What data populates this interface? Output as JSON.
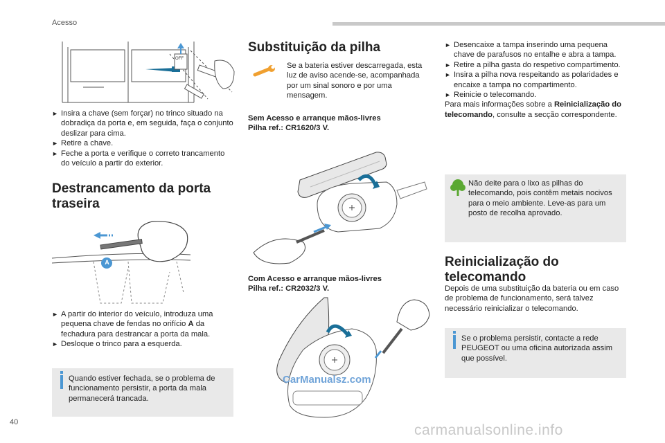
{
  "header": {
    "section": "Acesso"
  },
  "footer": {
    "page_number": "40",
    "watermark": "carmanualsonline.info"
  },
  "watermark_mid": "CarManualsz.com",
  "left": {
    "figure_label": "OFF",
    "steps1": [
      "Insira a chave (sem forçar) no trinco situado na dobradiça da porta e, em seguida, faça o conjunto deslizar para cima.",
      "Retire a chave.",
      "Feche a porta e verifique o correto trancamento do veículo a partir do exterior."
    ],
    "title": "Destrancamento da porta traseira",
    "marker": "A",
    "step_a_pre": "A partir do interior do veículo, introduza uma pequena chave de fendas no orifício ",
    "step_a_bold": "A",
    "step_a_post": " da fechadura para destrancar a porta da mala.",
    "step_b": "Desloque o trinco para a esquerda.",
    "note": "Quando estiver fechada, se o problema de funcionamento persistir, a porta da mala permanecerá trancada."
  },
  "middle": {
    "title": "Substituição da pilha",
    "warning_text": "Se a bateria estiver descarregada, esta luz de aviso acende-se, acompanhada por um sinal sonoro e por uma mensagem.",
    "spec1_line1": "Sem Acesso e arranque mãos-livres",
    "spec1_line2": "Pilha ref.: CR1620/3 V.",
    "spec2_line1": "Com Acesso e arranque mãos-livres",
    "spec2_line2": "Pilha ref.: CR2032/3 V."
  },
  "right": {
    "steps": [
      "Desencaixe a tampa inserindo uma pequena chave de parafusos no entalhe e abra a tampa.",
      "Retire a pilha gasta do respetivo compartimento.",
      "Insira a pilha nova respeitando as polaridades e encaixe a tampa no compartimento.",
      "Reinicie o telecomando."
    ],
    "more_info_pre": "Para mais informações sobre a ",
    "more_info_bold": "Reinicialização do telecomando",
    "more_info_post": ", consulte a secção correspondente.",
    "eco_note": "Não deite para o lixo as pilhas do telecomando, pois contêm metais nocivos para o meio ambiente. Leve-as para um posto de recolha aprovado.",
    "title": "Reinicialização do telecomando",
    "body": "Depois de uma substituição da bateria ou em caso de problema de funcionamento, será talvez necessário reinicializar o telecomando.",
    "note": "Se o problema persistir, contacte a rede PEUGEOT ou uma oficina autorizada assim que possível."
  },
  "colors": {
    "accent_blue": "#4b97d3",
    "eco_green": "#5aa832",
    "warning_orange": "#f0a030",
    "note_bg": "#e9e9e9"
  }
}
